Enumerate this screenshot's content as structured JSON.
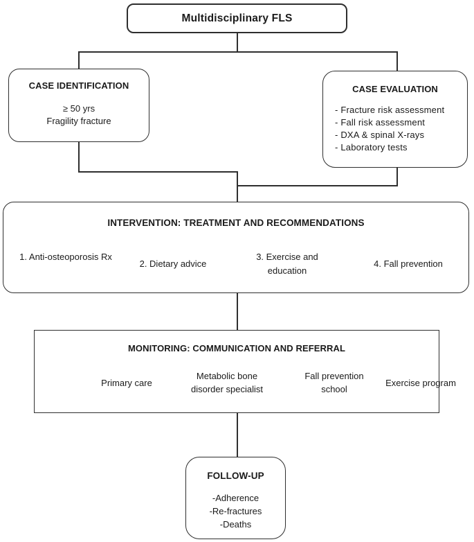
{
  "title": {
    "label": "Multidisciplinary FLS"
  },
  "case_identification": {
    "header": "CASE IDENTIFICATION",
    "lines": [
      "≥ 50 yrs",
      "Fragility fracture"
    ]
  },
  "case_evaluation": {
    "header": "CASE EVALUATION",
    "items": [
      "- Fracture risk assessment",
      "- Fall risk assessment",
      "- DXA & spinal X-rays",
      "- Laboratory tests"
    ]
  },
  "intervention": {
    "header": "INTERVENTION: TREATMENT AND RECOMMENDATIONS",
    "items": [
      {
        "label": "1. Anti-osteoporosis Rx"
      },
      {
        "label": "2. Dietary advice"
      },
      {
        "label": "3. Exercise and education"
      },
      {
        "label": "4. Fall prevention"
      }
    ]
  },
  "monitoring": {
    "header": "MONITORING: COMMUNICATION AND REFERRAL",
    "items": [
      {
        "label": "Primary care"
      },
      {
        "label": "Metabolic bone disorder specialist"
      },
      {
        "label": "Fall prevention school"
      },
      {
        "label": "Exercise program"
      }
    ]
  },
  "follow_up": {
    "header": "FOLLOW-UP",
    "items": [
      "-Adherence",
      "-Re-fractures",
      "-Deaths"
    ]
  },
  "colors": {
    "border": "#2e2e2e",
    "text": "#1a1a1a",
    "background": "#ffffff"
  }
}
